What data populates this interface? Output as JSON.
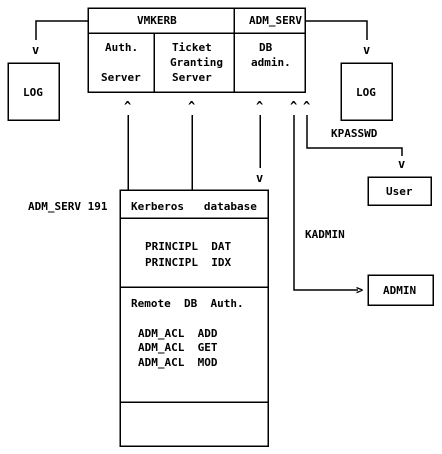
{
  "top_box": {
    "vmkerb_title": "VMKERB",
    "adm_serv_title": "ADM_SERV",
    "auth_server": [
      "Auth.",
      "Server"
    ],
    "ticket_granting_server": [
      "Ticket",
      "Granting",
      "Server"
    ],
    "db_admin": [
      "DB",
      "admin."
    ]
  },
  "log_left": "LOG",
  "log_right": "LOG",
  "user_box": "User",
  "admin_box": "ADMIN",
  "labels": {
    "kpasswd": "KPASSWD",
    "kadmin": "KADMIN",
    "adm_serv_191": "ADM_SERV 191"
  },
  "database_box": {
    "header": "Kerberos   database",
    "principl_dat": "PRINCIPL  DAT",
    "principl_idx": "PRINCIPL  IDX",
    "remote_db_auth": "Remote  DB  Auth.",
    "adm_acl_add": "ADM_ACL  ADD",
    "adm_acl_get": "ADM_ACL  GET",
    "adm_acl_mod": "ADM_ACL  MOD"
  },
  "arrow_glyphs": {
    "down": "v",
    "up": "^",
    "right": ">"
  }
}
